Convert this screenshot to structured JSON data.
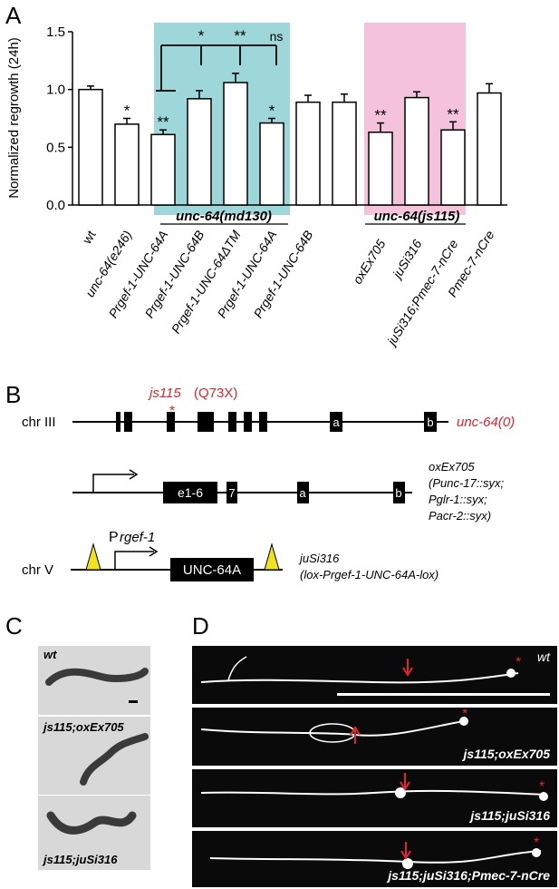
{
  "panels": {
    "a": "A",
    "b": "B",
    "c": "C",
    "d": "D"
  },
  "chart_data": {
    "type": "bar",
    "ylabel": "Normalized regrowth (24h)",
    "ylim": [
      0,
      1.5
    ],
    "yticks": [
      "0.0",
      "0.5",
      "1.0",
      "1.5"
    ],
    "categories": [
      "wt",
      "unc-64(e246)",
      "Prgef-1-UNC-64A",
      "Prgef-1-UNC-64B",
      "Prgef-1-UNC-64ΔTM",
      "Prgef-1-UNC-64A",
      "Prgef-1-UNC-64B",
      "oxEx705",
      "juSi316",
      "juSi316;Pmec-7-nCre",
      "Pmec-7-nCre"
    ],
    "values": [
      1.0,
      0.7,
      0.61,
      0.92,
      1.06,
      0.71,
      0.89,
      0.89,
      0.63,
      0.93,
      0.65,
      0.97
    ],
    "errors": [
      0.03,
      0.05,
      0.04,
      0.07,
      0.08,
      0.04,
      0.06,
      0.07,
      0.08,
      0.05,
      0.07,
      0.08
    ],
    "significance": [
      "",
      "*",
      "**",
      "",
      "",
      "*",
      "",
      "",
      "**",
      "",
      "**",
      ""
    ],
    "comparison_marks": [
      "*",
      "**",
      "ns"
    ],
    "group_labels": [
      "unc-64(md130)",
      "unc-64(js115)"
    ],
    "highlight_colors": {
      "teal": "#9ed7d9",
      "pink": "#f4c3db"
    }
  },
  "gene_diagram": {
    "mutation": "js115",
    "mutation_detail": "(Q73X)",
    "chr3": "chr III",
    "chr3_allele": "unc-64(0)",
    "exon_a": "a",
    "exon_b": "b",
    "construct_exon_block": "e1-6",
    "construct_exon_7": "7",
    "construct_lines": [
      "oxEx705",
      "(Punc-17::syx;",
      "Pglr-1::syx;",
      "Pacr-2::syx)"
    ],
    "chr5": "chr V",
    "promoter_p": "P",
    "promoter_rest": "rgef-1",
    "insert_label": "UNC-64A",
    "insert_lines": [
      "juSi316",
      "(lox-Prgef-1-UNC-64A-lox)"
    ],
    "red": "#e0262b",
    "lox_yellow": "#f2e21b"
  },
  "worm_images": [
    {
      "label": "wt"
    },
    {
      "label": "js115;oxEx705"
    },
    {
      "label": "js115;juSi316"
    }
  ],
  "micrographs": [
    {
      "label": "wt"
    },
    {
      "label": "js115;oxEx705"
    },
    {
      "label": "js115;juSi316"
    },
    {
      "label": "js115;juSi316;Pmec-7-nCre"
    }
  ]
}
